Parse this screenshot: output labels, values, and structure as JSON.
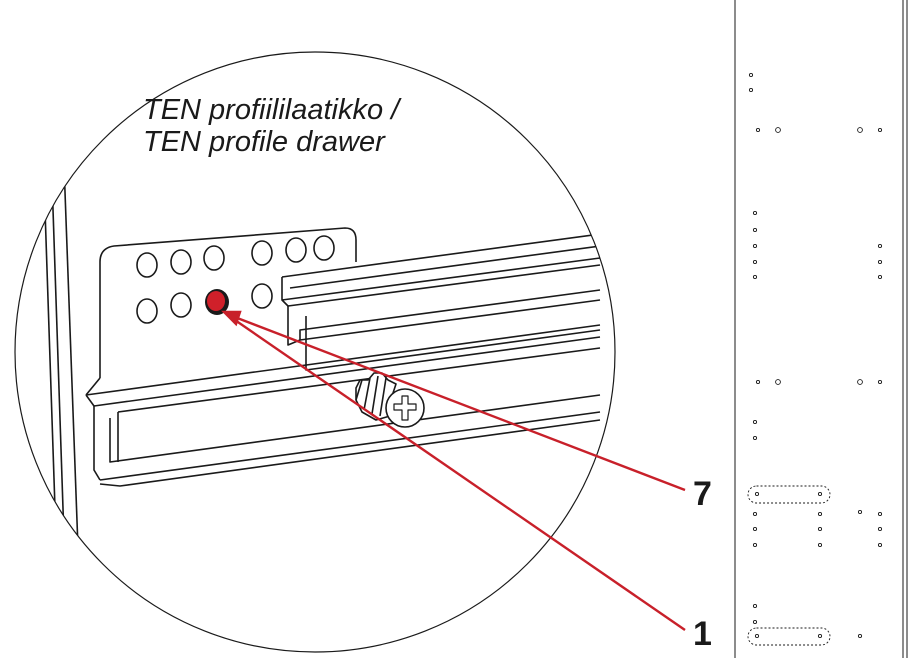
{
  "caption": {
    "line1": "TEN profiililaatikko /",
    "line2": "TEN profile drawer"
  },
  "callouts": [
    {
      "id": "7",
      "text": "7"
    },
    {
      "id": "1",
      "text": "1"
    }
  ],
  "colors": {
    "line": "#1a1a1a",
    "highlight_hole": "#d0202a",
    "leader": "#c8202a"
  },
  "icons": {
    "screw": "phillips-screw-icon"
  }
}
